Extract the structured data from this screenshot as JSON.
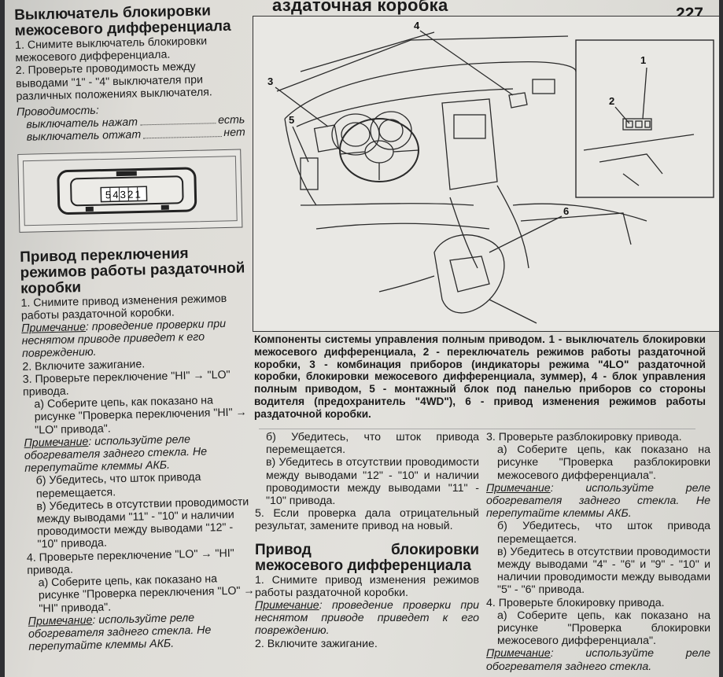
{
  "header": {
    "title": "аздаточная коробка",
    "page_number": "227"
  },
  "left": {
    "sec1_title": "Выключатель блокировки межосевого дифференциала",
    "sec1_steps": [
      "1. Снимите выключатель блокировки межосевого дифференциала.",
      "2. Проверьте проводимость между выводами \"1\" - \"4\" выключателя при различных положениях выключателя."
    ],
    "conductivity_label": "Проводимость:",
    "row1_label": "выключатель нажат",
    "row1_value": "есть",
    "row2_label": "выключатель отжат",
    "row2_value": "нет",
    "connector_pins": "54321",
    "sec2_title": "Привод переключения режимов работы раздаточной коробки",
    "sec2_step1": "1. Снимите привод изменения режимов работы раздаточной коробки.",
    "note_label": "Примечание",
    "note_damage": ": проведение проверки при неснятом приводе приведет к его повреждению.",
    "step_ignition": "2. Включите зажигание.",
    "step3": "3. Проверьте переключение \"HI\" → \"LO\" привода.",
    "step3a": "а) Соберите цепь, как показано на рисунке \"Проверка переключения \"HI\" → \"LO\" привода\".",
    "note_relay": ": используйте реле обогревателя заднего стекла. Не перепутайте клеммы АКБ.",
    "step3b": "б) Убедитесь, что шток привода перемещается.",
    "step3c": "в) Убедитесь в отсутствии проводимости между выводами \"11\" - \"10\" и наличии проводимости между выводами \"12\" - \"10\" привода.",
    "step4": "4. Проверьте переключение \"LO\" → \"HI\" привода.",
    "step4a": "а) Соберите цепь, как показано на рисунке \"Проверка переключения \"LO\" → \"HI\" привода\".",
    "note_relay2": ": используйте реле обогревателя заднего стекла. Не перепутайте клеммы АКБ."
  },
  "figure": {
    "callouts": [
      "1",
      "2",
      "3",
      "4",
      "5",
      "6"
    ],
    "caption": "Компоненты системы управления полным приводом. 1 - выключатель блокировки межосевого дифференциала, 2 - переключатель режимов работы раздаточной коробки, 3 - комбинация приборов (индикаторы режима \"4LO\" раздаточной коробки, блокировки межосевого дифференциала, зуммер), 4 - блок управления полным приводом, 5 - монтажный блок под панелью приборов со стороны водителя (предохранитель \"4WD\"), 6 - привод изменения режимов работы раздаточной коробки."
  },
  "middle": {
    "p1": "б) Убедитесь, что шток привода перемещается.",
    "p2": "в) Убедитесь в отсутствии проводимости между выводами \"12\" - \"10\" и наличии проводимости между выводами \"11\" - \"10\" привода.",
    "p3": "5. Если проверка дала отрицательный результат, замените привод на новый.",
    "sec_title": "Привод блокировки межосевого дифференциала",
    "p4": "1. Снимите привод изменения режимов работы раздаточной коробки.",
    "note_label": "Примечание",
    "note_text": ": проведение проверки при неснятом приводе приведет к его повреждению.",
    "p5": "2. Включите зажигание."
  },
  "right": {
    "p1": "3. Проверьте разблокировку привода.",
    "p2": "а) Соберите цепь, как показано на рисунке \"Проверка разблокировки межосевого дифференциала\".",
    "note_label": "Примечание",
    "note1": ": используйте реле обогревателя заднего стекла. Не перепутайте клеммы АКБ.",
    "p3": "б) Убедитесь, что шток привода перемещается.",
    "p4": "в) Убедитесь в отсутствии проводимости между выводами \"4\" - \"6\" и \"9\" - \"10\" и наличии проводимости между выводами \"5\" - \"6\" привода.",
    "p5": "4. Проверьте блокировку привода.",
    "p6": "а) Соберите цепь, как показано на рисунке \"Проверка блокировки межосевого дифференциала\".",
    "note2": ": используйте реле обогревателя заднего стекла."
  }
}
